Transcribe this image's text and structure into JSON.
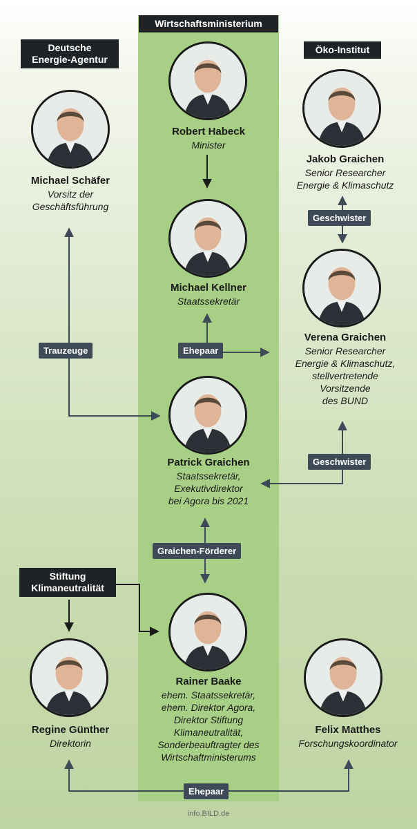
{
  "headers": {
    "center": "Wirtschaftsministerium",
    "left": "Deutsche\nEnergie-Agentur",
    "right": "Öko-Institut",
    "foundation": "Stiftung\nKlimaneutralität"
  },
  "people": {
    "habeck": {
      "name": "Robert Habeck",
      "role": "Minister"
    },
    "kellner": {
      "name": "Michael Kellner",
      "role": "Staatssekretär"
    },
    "patrick": {
      "name": "Patrick Graichen",
      "role": "Staatssekretär,\nExekutivdirektor\nbei Agora bis 2021"
    },
    "baake": {
      "name": "Rainer Baake",
      "role": "ehem. Staatssekretär,\nehem. Direktor Agora,\nDirektor Stiftung\nKlimaneutralität,\nSonderbeauftragter des\nWirtschaftministerums"
    },
    "schaefer": {
      "name": "Michael Schäfer",
      "role": "Vorsitz der\nGeschäftsführung"
    },
    "jakob": {
      "name": "Jakob Graichen",
      "role": "Senior Researcher\nEnergie & Klimaschutz"
    },
    "verena": {
      "name": "Verena Graichen",
      "role": "Senior Researcher\nEnergie & Klimaschutz,\nstellvertretende\nVorsitzende\ndes BUND"
    },
    "guenther": {
      "name": "Regine Günther",
      "role": "Direktorin"
    },
    "matthes": {
      "name": "Felix Matthes",
      "role": "Forschungskoordinator"
    }
  },
  "relations": {
    "geschwister_top": "Geschwister",
    "geschwister_mid": "Geschwister",
    "trauzeuge": "Trauzeuge",
    "ehepaar_top": "Ehepaar",
    "foerderer": "Graichen-Förderer",
    "ehepaar_bottom": "Ehepaar"
  },
  "source": "info.BILD.de"
}
